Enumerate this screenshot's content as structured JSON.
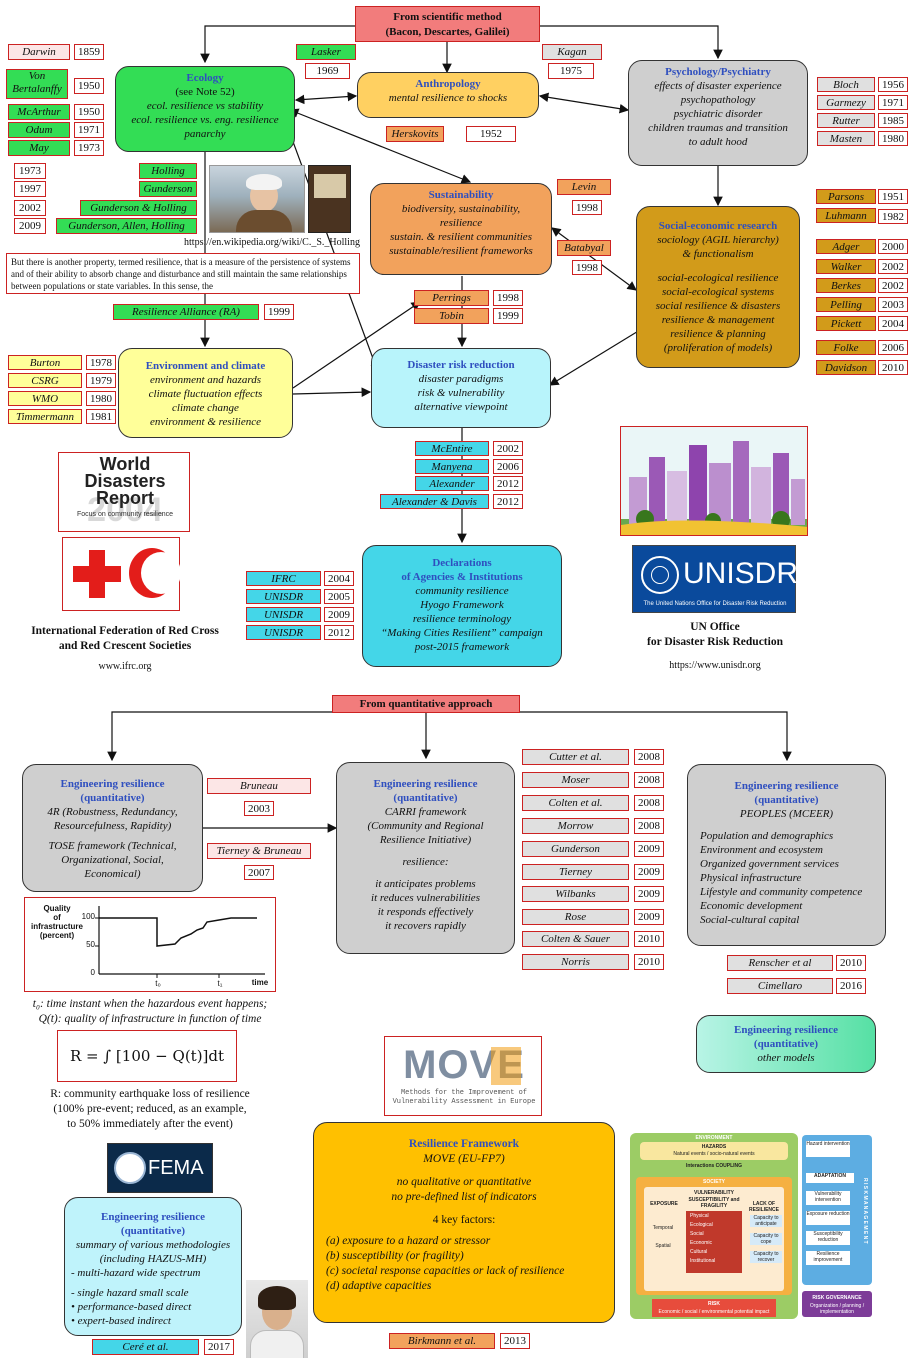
{
  "header_top": {
    "line1": "From  scientific method",
    "line2": "(Bacon,  Descartes, Galilei)"
  },
  "header_quant": "From  quantitative  approach",
  "ecology": {
    "title": "Ecology",
    "sub": "(see Note 52)",
    "lines": [
      "ecol. resilience vs stability",
      "ecol. resilience vs. eng. resilience",
      "panarchy"
    ]
  },
  "anthropology": {
    "title": "Anthropology",
    "lines": [
      "mental resilience to shocks"
    ]
  },
  "psychology": {
    "title": "Psychology/Psychiatry",
    "lines": [
      "effects of disaster experience",
      "psychopathology",
      "psychiatric disorder",
      "children traumas and transition",
      "to adult hood"
    ]
  },
  "sustainability": {
    "title": "Sustainability",
    "lines": [
      "biodiversity, sustainability,",
      "resilience",
      "sustain. & resilient communities",
      "sustainable/resilient frameworks"
    ]
  },
  "socioeco": {
    "title": "Social-economic  research",
    "lines": [
      "sociology (AGIL hierarchy)",
      "& functionalism",
      "",
      "social-ecological resilience",
      "social-ecological systems",
      "social resilience & disasters",
      "resilience & management",
      "resilience & planning",
      "(proliferation of models)"
    ]
  },
  "environment": {
    "title": "Environment   and  climate",
    "lines": [
      "environment and hazards",
      "climate fluctuation effects",
      "climate change",
      "environment & resilience"
    ]
  },
  "drr": {
    "title": "Disaster risk reduction",
    "lines": [
      "disaster paradigms",
      "risk & vulnerability",
      "alternative viewpoint"
    ]
  },
  "declarations": {
    "title1": "Declarations",
    "title2": "of Agencies & Institutions",
    "lines": [
      "community resilience",
      "Hyogo Framework",
      "resilience terminology",
      "“Making Cities Resilient” campaign",
      "post-2015 framework"
    ]
  },
  "tags": {
    "darwin": [
      "Darwin",
      "1859"
    ],
    "bertalanffy": [
      "Von Bertalanffy",
      "1950"
    ],
    "mcarthur": [
      "McArthur",
      "1950"
    ],
    "odum": [
      "Odum",
      "1971"
    ],
    "may": [
      "May",
      "1973"
    ],
    "lasker": [
      "Lasker",
      "1969"
    ],
    "kagan": [
      "Kagan",
      "1975"
    ],
    "herskovits": [
      "Herskovits",
      "1952"
    ],
    "holling": [
      "Holling",
      "1973"
    ],
    "gunderson": [
      "Gunderson",
      "1997"
    ],
    "gh": [
      "Gunderson & Holling",
      "2002"
    ],
    "gah": [
      "Gunderson, Allen, Holling",
      "2009"
    ],
    "ra": [
      "Resilience Alliance (RA)",
      "1999"
    ],
    "bloch": [
      "Bloch",
      "1956"
    ],
    "garmezy": [
      "Garmezy",
      "1971"
    ],
    "rutter": [
      "Rutter",
      "1985"
    ],
    "masten": [
      "Masten",
      "1980"
    ],
    "levin": [
      "Levin",
      "1998"
    ],
    "batabyal": [
      "Batabyal",
      "1998"
    ],
    "perrings": [
      "Perrings",
      "1998"
    ],
    "tobin": [
      "Tobin",
      "1999"
    ],
    "parsons": [
      "Parsons",
      "1951"
    ],
    "luhmann": [
      "Luhmann",
      "1982"
    ],
    "adger": [
      "Adger",
      "2000"
    ],
    "walker": [
      "Walker",
      "2002"
    ],
    "berkes": [
      "Berkes",
      "2002"
    ],
    "pelling": [
      "Pelling",
      "2003"
    ],
    "pickett": [
      "Pickett",
      "2004"
    ],
    "folke": [
      "Folke",
      "2006"
    ],
    "davidson": [
      "Davidson",
      "2010"
    ],
    "burton": [
      "Burton",
      "1978"
    ],
    "csrg": [
      "CSRG",
      "1979"
    ],
    "wmo": [
      "WMO",
      "1980"
    ],
    "timmermann": [
      "Timmermann",
      "1981"
    ],
    "mcentire": [
      "McEntire",
      "2002"
    ],
    "manyena": [
      "Manyena",
      "2006"
    ],
    "alexander": [
      "Alexander",
      "2012"
    ],
    "alexdavis": [
      "Alexander & Davis",
      "2012"
    ],
    "ifrc": [
      "IFRC",
      "2004"
    ],
    "unisdr1": [
      "UNISDR",
      "2005"
    ],
    "unisdr2": [
      "UNISDR",
      "2009"
    ],
    "unisdr3": [
      "UNISDR",
      "2012"
    ],
    "bruneau": [
      "Bruneau",
      "2003"
    ],
    "tierneybruneau": [
      "Tierney & Bruneau",
      "2007"
    ],
    "cutter": [
      "Cutter et al.",
      "2008"
    ],
    "moser": [
      "Moser",
      "2008"
    ],
    "colten": [
      "Colten et al.",
      "2008"
    ],
    "morrow": [
      "Morrow",
      "2008"
    ],
    "gunderson2": [
      "Gunderson",
      "2009"
    ],
    "tierney": [
      "Tierney",
      "2009"
    ],
    "wilbanks": [
      "Wilbanks",
      "2009"
    ],
    "rose": [
      "Rose",
      "2009"
    ],
    "coltensauer": [
      "Colten & Sauer",
      "2010"
    ],
    "norris": [
      "Norris",
      "2010"
    ],
    "rencher": [
      "Renscher et al",
      "2010"
    ],
    "cimellaro": [
      "Cimellaro",
      "2016"
    ],
    "birkmann": [
      "Birkmann et al.",
      "2013"
    ],
    "cere": [
      "Ceré et al.",
      "2017"
    ]
  },
  "wiki_url": "https://en.wikipedia.org/wiki/C._S._Holling",
  "quote_text": "But there is another property, termed resilience, that is a measure of the persistence of systems and of their ability to absorb change and disturbance and still maintain the same relationships between populations or state variables. In this sense, the",
  "wdr": {
    "line1": "World",
    "line2": "Disasters",
    "line3": "Report",
    "year": "2004",
    "focus": "Focus on community resilience"
  },
  "ifrc_caption": {
    "line1": "International  Federation  of Red Cross",
    "line2": "and Red Crescent Societies",
    "url": "www.ifrc.org"
  },
  "unisdr_logo": {
    "name": "UNISDR",
    "tagline": "The United Nations Office for Disaster Risk Reduction"
  },
  "unisdr_caption": {
    "line1": "UN  Office",
    "line2": "for Disaster Risk Reduction",
    "url": "https://www.unisdr.org"
  },
  "eng1": {
    "title1": "Engineering resilience",
    "title2": "(quantitative)",
    "lines": [
      "4R (Robustness, Redundancy,",
      "Resourcefulness, Rapidity)",
      "",
      "TOSE framework (Technical,",
      "Organizational, Social,",
      "Economical)"
    ]
  },
  "eng2": {
    "title1": "Engineering resilience",
    "title2": "(quantitative)",
    "lines": [
      "CARRI  framework",
      "(Community and Regional",
      "Resilience Initiative)",
      "",
      "resilience:",
      "",
      "it anticipates problems",
      "it reduces vulnerabilities",
      "it responds effectively",
      "it recovers rapidly"
    ]
  },
  "eng3": {
    "title1": "Engineering resilience",
    "title2": "(quantitative)",
    "title3": "PEOPLES (MCEER)",
    "lines": [
      "Population and demographics",
      "Environment and ecosystem",
      "Organized government services",
      "Physical infrastructure",
      "Lifestyle and community competence",
      "Economic development",
      "Social-cultural capital"
    ]
  },
  "eng4": {
    "title1": "Engineering resilience",
    "title2": "(quantitative)",
    "lines": [
      "other models"
    ]
  },
  "eng5": {
    "title1": "Engineering resilience",
    "title2": "(quantitative)",
    "lines": [
      "summary of various methodologies",
      "(including HAZUS-MH)"
    ],
    "bullets": [
      "- multi-hazard wide spectrum",
      "- single hazard small scale",
      "•     performance-based direct",
      "•     expert-based indirect"
    ]
  },
  "framework": {
    "title": "Resilience Framework",
    "sub": "MOVE (EU-FP7)",
    "lines": [
      "no qualitative or quantitative",
      "no pre-defined list of indicators",
      "",
      "4 key factors:",
      ""
    ],
    "factors": [
      "(a) exposure to a hazard or stressor",
      "(b) susceptibility (or fragility)",
      "(c) societal response capacities or lack of resilience",
      "(d) adaptive capacities"
    ]
  },
  "graph": {
    "ylabel1": "Quality",
    "ylabel2": "of",
    "ylabel3": "infrastructure",
    "ylabel4": "(percent)",
    "tick100": "100",
    "tick50": "50",
    "tick0": "0",
    "t0": "t₀",
    "t1": "t₁",
    "xlabel": "time"
  },
  "explain": {
    "t0": "t₀: time instant when the hazardous event happens;",
    "q": "Q(t): quality of infrastructure in function of time",
    "formula": "R = ∫ [100 − Q(t)]dt",
    "r1": "R: community  earthquake loss of resilience",
    "r2": "(100%  pre-event; reduced, as an example,",
    "r3": "to 50% immediately  after the event)"
  },
  "move_logo": {
    "name": "MOVE",
    "sub1": "Methods for the Improvement of",
    "sub2": "Vulnerability Assessment in Europe"
  },
  "fema": "FEMA",
  "move_fig": {
    "env": "ENVIRONMENT",
    "hazards": "HAZARDS",
    "hazsub": "Natural events / socio-natural events",
    "interactions": "Interactions COUPLING",
    "society": "SOCIETY",
    "vuln": "VULNERABILITY",
    "susc": "SUSCEPTIBILITY and FRAGILITY",
    "exposure": "EXPOSURE",
    "lack": "LACK OF RESILIENCE",
    "temporal": "Temporal",
    "spatial": "Spatial",
    "dims": [
      "Physical",
      "Ecological",
      "Social",
      "Economic",
      "Cultural",
      "Institutional"
    ],
    "caps": [
      "Capacity to anticipate",
      "Capacity to cope",
      "Capacity to recover"
    ],
    "risk": "RISK",
    "risksub": "Economic / social / environmental potential impact",
    "hazint": "Hazard intervention",
    "adaptation": "ADAPTATION",
    "vulnint": "Vulnerability intervention",
    "expred": "Exposure reduction",
    "suscred": "Susceptibility reduction",
    "resimp": "Resilience improvement",
    "gov": "RISK GOVERNANCE",
    "govsub": "Organization / planning / implementation",
    "riskmgmt": "R I S K   M A N A G E M E N T"
  },
  "colors": {
    "red_border": "#cc2222",
    "blue_title": "#2f4fbf",
    "green": "#33dd55",
    "yellow": "#ffff99",
    "orange": "#f2a25c",
    "gold": "#d29b1a",
    "aqua": "#44d6e8",
    "grey": "#cfcfcf"
  }
}
